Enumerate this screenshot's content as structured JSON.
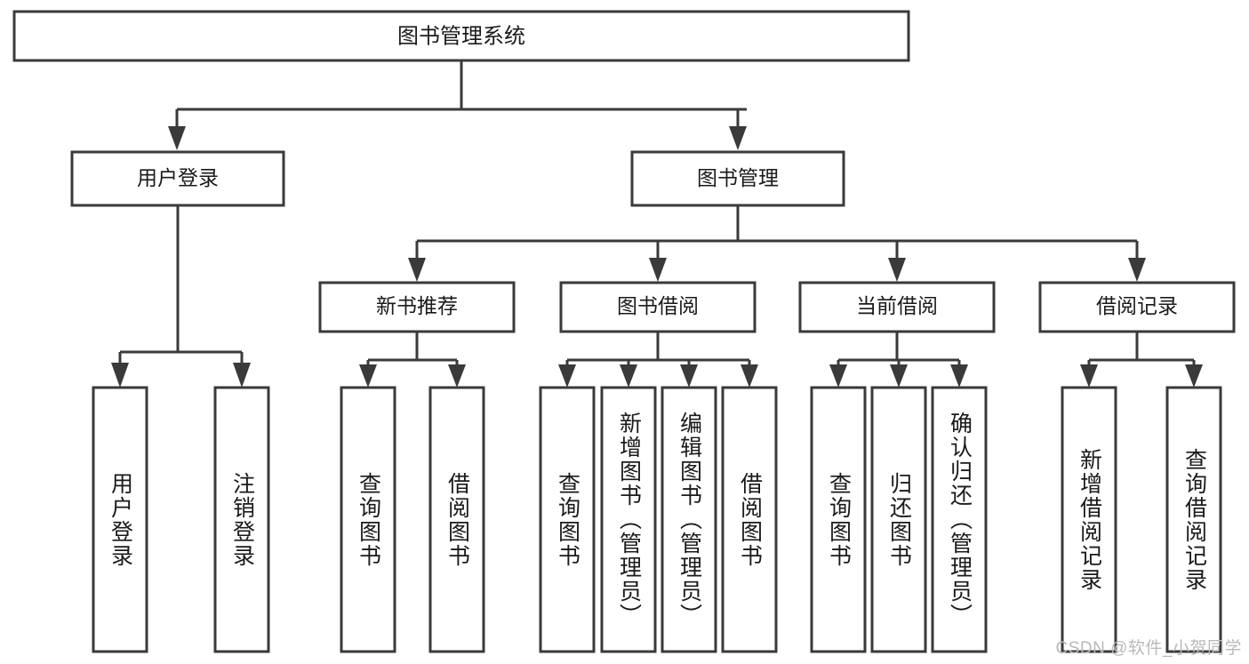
{
  "diagram": {
    "title": "图书管理系统",
    "watermark": "CSDN @软件_小贺同学",
    "colors": {
      "stroke": "#3a3a3a",
      "box_fill": "#ffffff",
      "text": "#1a1a1a",
      "watermark": "#b9b9b9",
      "background": "#ffffff"
    },
    "root": {
      "label": "图书管理系统"
    },
    "level2": [
      {
        "label": "用户登录"
      },
      {
        "label": "图书管理"
      }
    ],
    "level3": [
      {
        "label": "新书推荐"
      },
      {
        "label": "图书借阅"
      },
      {
        "label": "当前借阅"
      },
      {
        "label": "借阅记录"
      }
    ],
    "leaves": {
      "user_login": [
        {
          "label": "用户登录"
        },
        {
          "label": "注销登录"
        }
      ],
      "new_book_recommend": [
        {
          "label": "查询图书"
        },
        {
          "label": "借阅图书"
        }
      ],
      "book_borrow": [
        {
          "label": "查询图书"
        },
        {
          "label": "新增图书（管理员）"
        },
        {
          "label": "编辑图书（管理员）"
        },
        {
          "label": "借阅图书"
        }
      ],
      "current_borrow": [
        {
          "label": "查询图书"
        },
        {
          "label": "归还图书"
        },
        {
          "label": "确认归还（管理员）"
        }
      ],
      "borrow_records": [
        {
          "label": "新增借阅记录"
        },
        {
          "label": "查询借阅记录"
        }
      ]
    }
  }
}
